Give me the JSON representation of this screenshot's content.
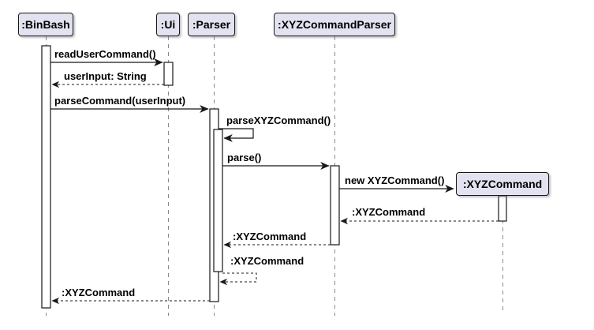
{
  "diagram": {
    "type": "uml-sequence-diagram",
    "colors": {
      "participant_fill": "#E2E2F0",
      "participant_border": "#181818",
      "lifeline": "#888888",
      "arrow": "#181818",
      "activation_fill": "#FFFFFF",
      "background": "#FFFFFF"
    },
    "participants": [
      {
        "name": ":BinBash"
      },
      {
        "name": ":Ui"
      },
      {
        "name": ":Parser"
      },
      {
        "name": ":XYZCommandParser"
      },
      {
        "name": ":XYZCommand",
        "created_during_sequence": true
      }
    ],
    "messages": [
      {
        "label": "readUserCommand()",
        "from": ":BinBash",
        "to": ":Ui",
        "kind": "sync"
      },
      {
        "label": "userInput: String",
        "from": ":Ui",
        "to": ":BinBash",
        "kind": "return"
      },
      {
        "label": "parseCommand(userInput)",
        "from": ":BinBash",
        "to": ":Parser",
        "kind": "sync"
      },
      {
        "label": "parseXYZCommand()",
        "from": ":Parser",
        "to": ":Parser",
        "kind": "self"
      },
      {
        "label": "parse()",
        "from": ":Parser",
        "to": ":XYZCommandParser",
        "kind": "sync"
      },
      {
        "label": "new XYZCommand()",
        "from": ":XYZCommandParser",
        "to": ":XYZCommand",
        "kind": "create"
      },
      {
        "label": ":XYZCommand",
        "from": ":XYZCommand",
        "to": ":XYZCommandParser",
        "kind": "return"
      },
      {
        "label": ":XYZCommand",
        "from": ":XYZCommandParser",
        "to": ":Parser",
        "kind": "return"
      },
      {
        "label": ":XYZCommand",
        "from": ":Parser",
        "to": ":Parser",
        "kind": "return-self"
      },
      {
        "label": ":XYZCommand",
        "from": ":Parser",
        "to": ":BinBash",
        "kind": "return"
      }
    ]
  }
}
